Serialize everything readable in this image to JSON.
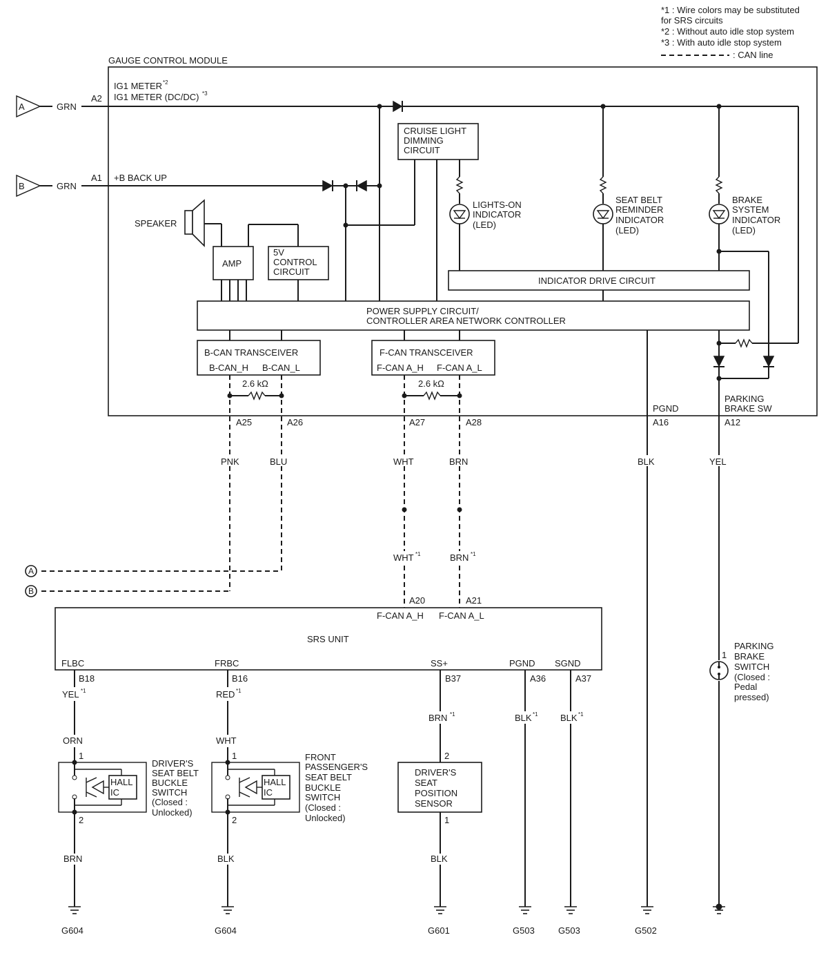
{
  "notes": {
    "n1a": "*1 : Wire colors may be substituted",
    "n1b": "for SRS circuits",
    "n2": "*2 : Without auto idle stop system",
    "n3": "*3 : With auto idle stop system",
    "can": ": CAN line"
  },
  "gcm": {
    "title": "GAUGE CONTROL MODULE",
    "ig1_meter": "IG1 METER",
    "ig1_meter_sup": "*2",
    "ig1_dcdc": "IG1 METER (DC/DC)",
    "ig1_dcdc_sup": "*3",
    "backup": "+B BACK UP",
    "cruise": [
      "CRUISE LIGHT",
      "DIMMING",
      "CIRCUIT"
    ],
    "speaker": "SPEAKER",
    "amp": "AMP",
    "ctrl5v": [
      "5V",
      "CONTROL",
      "CIRCUIT"
    ],
    "lights_on": [
      "LIGHTS-ON",
      "INDICATOR",
      "(LED)"
    ],
    "seat_belt": [
      "SEAT BELT",
      "REMINDER",
      "INDICATOR",
      "(LED)"
    ],
    "brake_sys": [
      "BRAKE",
      "SYSTEM",
      "INDICATOR",
      "(LED)"
    ],
    "ind_drive": "INDICATOR DRIVE CIRCUIT",
    "power": [
      "POWER SUPPLY CIRCUIT/",
      "CONTROLLER AREA NETWORK CONTROLLER"
    ],
    "bcan": "B-CAN TRANSCEIVER",
    "bcan_h": "B-CAN_H",
    "bcan_l": "B-CAN_L",
    "fcan": "F-CAN TRANSCEIVER",
    "fcan_h": "F-CAN A_H",
    "fcan_l": "F-CAN A_L",
    "res1": "2.6 kΩ",
    "res2": "2.6 kΩ",
    "pgnd": "PGND",
    "pbsw": [
      "PARKING",
      "BRAKE SW"
    ]
  },
  "inputs": {
    "a_label": "A",
    "a_wire": "GRN",
    "a_pin": "A2",
    "b_label": "B",
    "b_wire": "GRN",
    "b_pin": "A1"
  },
  "pins": {
    "a25": "A25",
    "a26": "A26",
    "a27": "A27",
    "a28": "A28",
    "a16": "A16",
    "a12": "A12"
  },
  "wires": {
    "pnk": "PNK",
    "blu": "BLU",
    "wht": "WHT",
    "brn": "BRN",
    "blk": "BLK",
    "yel": "YEL",
    "wht1": "WHT",
    "brn1": "BRN",
    "star1": "*1"
  },
  "conn": {
    "a": "A",
    "b": "B"
  },
  "srs": {
    "title": "SRS UNIT",
    "a20": "A20",
    "a21": "A21",
    "fcan_h": "F-CAN A_H",
    "fcan_l": "F-CAN A_L",
    "flbc": "FLBC",
    "frbc": "FRBC",
    "ss": "SS+",
    "pgnd": "PGND",
    "sgnd": "SGND",
    "b18": "B18",
    "b16": "B16",
    "b37": "B37",
    "a36": "A36",
    "a37": "A37"
  },
  "lower_wires": {
    "yel": "YEL",
    "red": "RED",
    "brn": "BRN",
    "blk_a": "BLK",
    "blk_b": "BLK",
    "orn": "ORN",
    "wht": "WHT",
    "brn_g": "BRN",
    "blk_g1": "BLK",
    "blk_g2": "BLK"
  },
  "components": {
    "driver_buckle": [
      "DRIVER'S",
      "SEAT BELT",
      "BUCKLE",
      "SWITCH",
      "(Closed :",
      "Unlocked)"
    ],
    "pass_buckle": [
      "FRONT",
      "PASSENGER'S",
      "SEAT BELT",
      "BUCKLE",
      "SWITCH",
      "(Closed :",
      "Unlocked)"
    ],
    "hall": [
      "HALL",
      "IC"
    ],
    "seat_pos": [
      "DRIVER'S",
      "SEAT",
      "POSITION",
      "SENSOR"
    ],
    "pb_switch": [
      "PARKING",
      "BRAKE",
      "SWITCH",
      "(Closed :",
      "Pedal",
      "pressed)"
    ],
    "pin1": "1",
    "pin2": "2"
  },
  "grounds": {
    "g604a": "G604",
    "g604b": "G604",
    "g601": "G601",
    "g503a": "G503",
    "g503b": "G503",
    "g502": "G502"
  }
}
